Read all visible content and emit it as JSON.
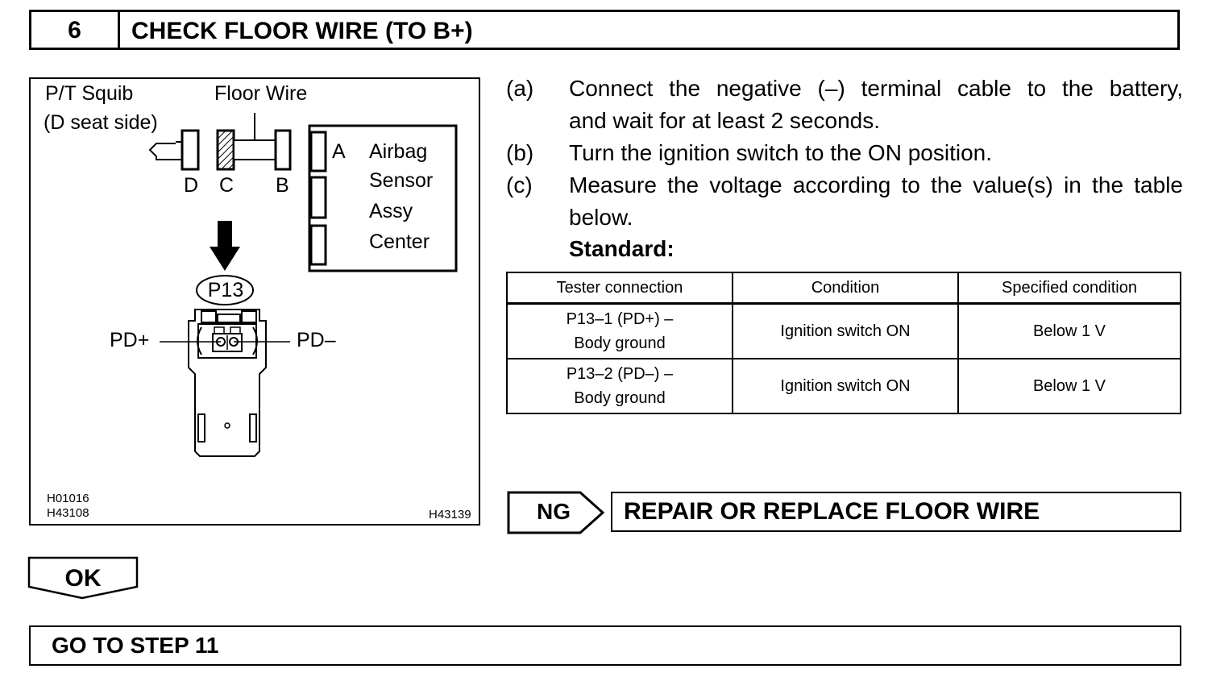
{
  "header": {
    "step_number": "6",
    "title": "CHECK FLOOR WIRE (TO B+)"
  },
  "figure": {
    "label_squib_line1": "P/T Squib",
    "label_squib_line2": "(D seat side)",
    "label_floor_wire": "Floor Wire",
    "label_d": "D",
    "label_c": "C",
    "label_b": "B",
    "label_a": "A",
    "sensor_line1": "Airbag",
    "sensor_line2": "Sensor",
    "sensor_line3": "Assy",
    "sensor_line4": "Center",
    "connector_id": "P13",
    "pin_left": "PD+",
    "pin_right": "PD–",
    "code1": "H01016",
    "code2": "H43108",
    "code3": "H43139"
  },
  "steps": [
    {
      "letter": "(a)",
      "line1": "Connect the negative (–) terminal cable to the battery,",
      "line2": "and wait for at least 2 seconds."
    },
    {
      "letter": "(b)",
      "line1": "Turn the ignition switch to the ON position."
    },
    {
      "letter": "(c)",
      "line1": "Measure the voltage according to the value(s) in the table",
      "line2": "below."
    }
  ],
  "standard_label": "Standard:",
  "table": {
    "headers": [
      "Tester connection",
      "Condition",
      "Specified condition"
    ],
    "rows": [
      {
        "connection_line1": "P13–1 (PD+) –",
        "connection_line2": "Body ground",
        "condition": "Ignition switch ON",
        "spec": "Below 1 V"
      },
      {
        "connection_line1": "P13–2 (PD–) –",
        "connection_line2": "Body ground",
        "condition": "Ignition switch ON",
        "spec": "Below 1 V"
      }
    ]
  },
  "ng": {
    "label": "NG",
    "action": "REPAIR OR REPLACE FLOOR WIRE"
  },
  "ok": {
    "label": "OK"
  },
  "goto": {
    "label": "GO TO STEP 11"
  }
}
